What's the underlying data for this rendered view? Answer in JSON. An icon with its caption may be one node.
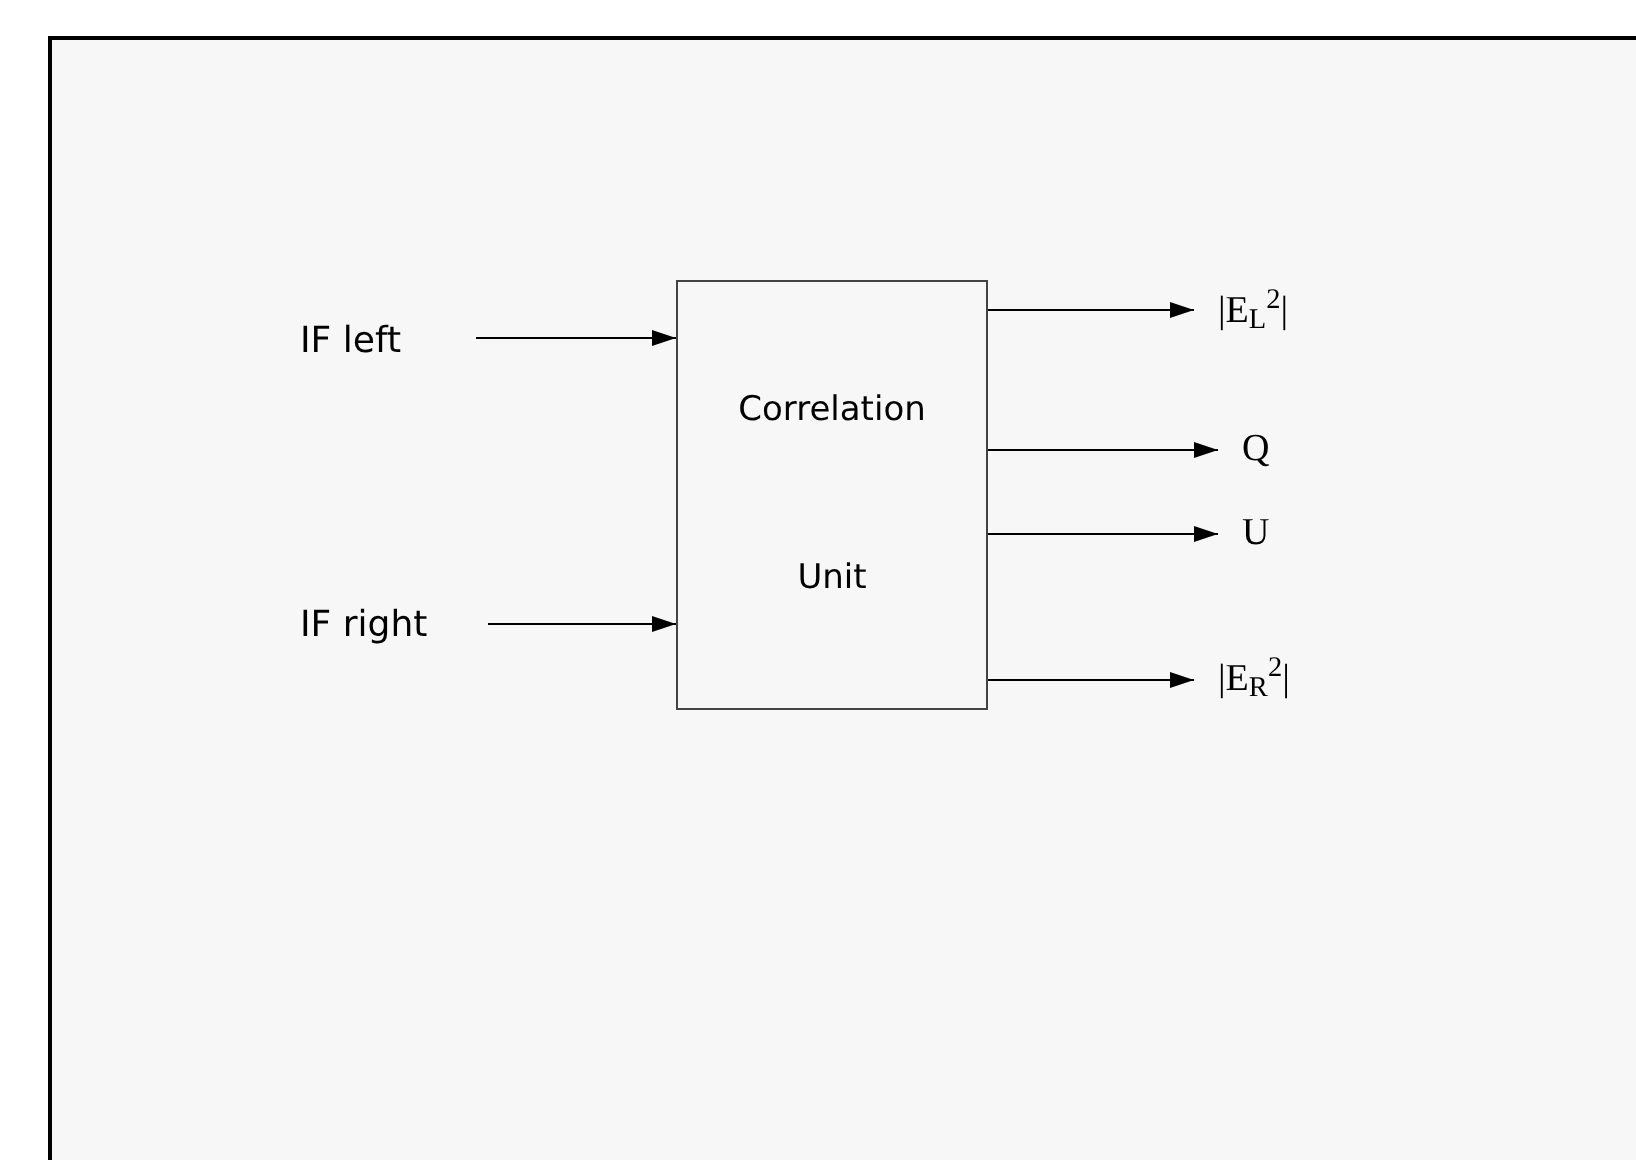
{
  "diagram": {
    "nodes": [
      {
        "text": [
          "IF left"
        ]
      },
      {
        "text": [
          "IF right"
        ]
      },
      {
        "text": [
          "Correlation Unit"
        ]
      },
      {
        "text": [
          "|E$_{L}$$^{2}$|"
        ]
      },
      {
        "text": [
          "Q"
        ]
      },
      {
        "text": [
          "U"
        ]
      },
      {
        "text": [
          "|E$_{R}$$^{2}$|"
        ]
      }
    ],
    "edges": [
      {
        "from": 0,
        "to": 2,
        "arrow": "to"
      },
      {
        "from": 1,
        "to": 2,
        "arrow": "to"
      },
      {
        "from": 2,
        "to": 3,
        "arrow": "to"
      },
      {
        "from": 2,
        "to": 4,
        "arrow": "to"
      },
      {
        "from": 2,
        "to": 5,
        "arrow": "to"
      },
      {
        "from": 2,
        "to": 6,
        "arrow": "to"
      }
    ]
  }
}
